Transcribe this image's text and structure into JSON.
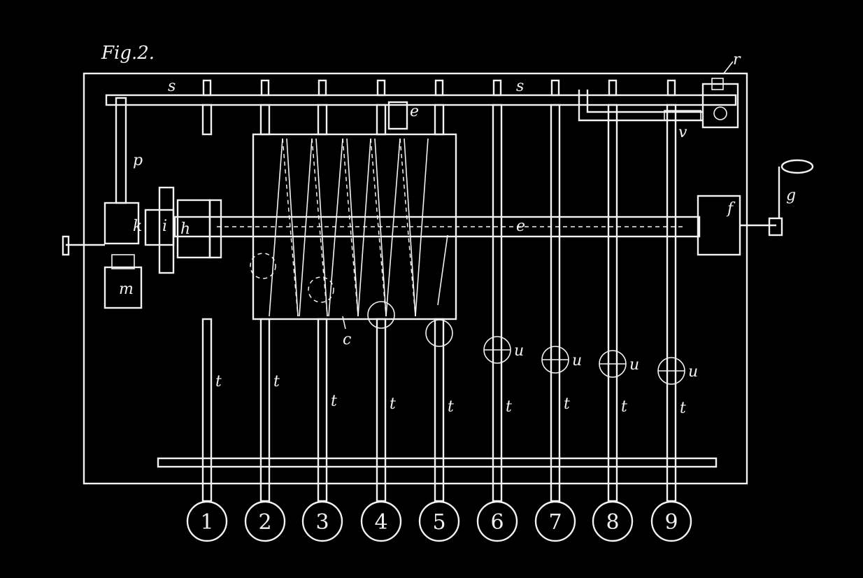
{
  "figure": {
    "title": "Fig.2.",
    "labels": {
      "r": "r",
      "s": "s",
      "v": "v",
      "p": "p",
      "k": "k",
      "i": "i",
      "h": "h",
      "m": "m",
      "e": "e",
      "c": "c",
      "f": "f",
      "g": "g",
      "t": "t",
      "u": "u"
    },
    "keys": [
      "1",
      "2",
      "3",
      "4",
      "5",
      "6",
      "7",
      "8",
      "9"
    ]
  }
}
